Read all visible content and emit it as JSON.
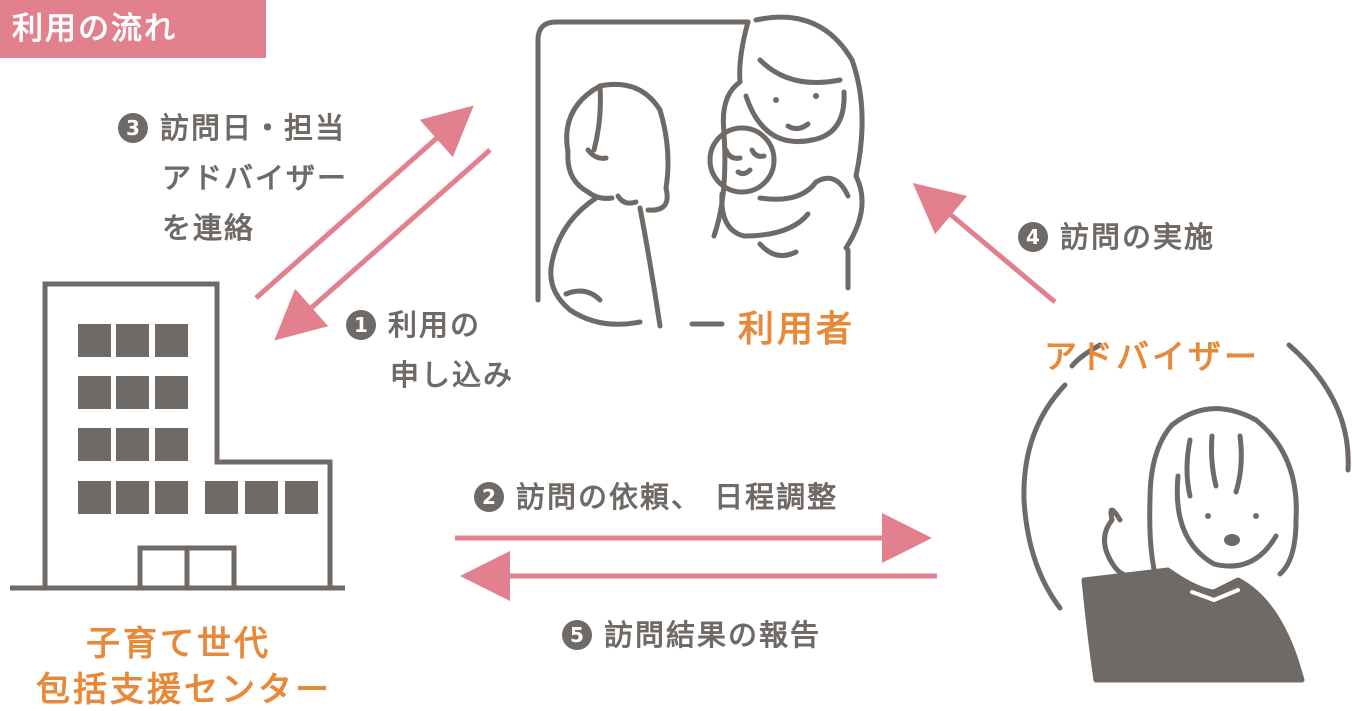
{
  "title": "利用の流れ",
  "roles": {
    "user": "利用者",
    "advisor": "アドバイザー",
    "center_line1": "子育て世代",
    "center_line2": "包括支援センター"
  },
  "steps": [
    {
      "num": "1",
      "line1": "利用の",
      "line2": "申し込み"
    },
    {
      "num": "2",
      "text": "訪問の依頼、 日程調整"
    },
    {
      "num": "3",
      "line1": "訪問日・担当",
      "line2": "アドバイザー",
      "line3": "を連絡"
    },
    {
      "num": "4",
      "text": "訪問の実施"
    },
    {
      "num": "5",
      "text": "訪問結果の報告"
    }
  ],
  "colors": {
    "title_bg": "#e3808e",
    "arrow": "#e3808e",
    "role_text": "#e8893a",
    "body_text": "#6f6a66",
    "illustration": "#6f6a66"
  },
  "icons": [
    "building-icon",
    "mother-pregnant-woman-illustration",
    "advisor-woman-illustration"
  ]
}
